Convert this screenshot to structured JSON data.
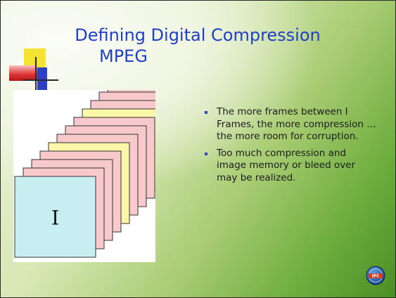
{
  "slide": {
    "title_line1": "Defining Digital Compression",
    "title_line2": "MPEG"
  },
  "figure": {
    "front_frame_label": "I",
    "frames": [
      {
        "type": "I",
        "color": "#c8eef2"
      },
      {
        "type": "B",
        "color": "#f7c9cb"
      },
      {
        "type": "B",
        "color": "#f7c9cb"
      },
      {
        "type": "B",
        "color": "#f7c9cb"
      },
      {
        "type": "P",
        "color": "#fbf7a8"
      },
      {
        "type": "B",
        "color": "#f7c9cb"
      },
      {
        "type": "B",
        "color": "#f7c9cb"
      },
      {
        "type": "B",
        "color": "#f7c9cb"
      },
      {
        "type": "P",
        "color": "#fbf7a8"
      },
      {
        "type": "B",
        "color": "#f7c9cb"
      },
      {
        "type": "B",
        "color": "#f7c9cb"
      },
      {
        "type": "B",
        "color": "#f7c9cb"
      },
      {
        "type": "I",
        "color": "#c8eef2"
      }
    ]
  },
  "bullets": [
    "The more frames between I Frames, the more compression … the more room for corruption.",
    "Too much compression and image memory or bleed over may be realized."
  ],
  "colors": {
    "title": "#1f3fc4",
    "bullet_marker": "#2b49c9",
    "background_green": "#4a8f25"
  },
  "logo": {
    "text": "IPC",
    "icon": "ipc-logo-icon"
  }
}
